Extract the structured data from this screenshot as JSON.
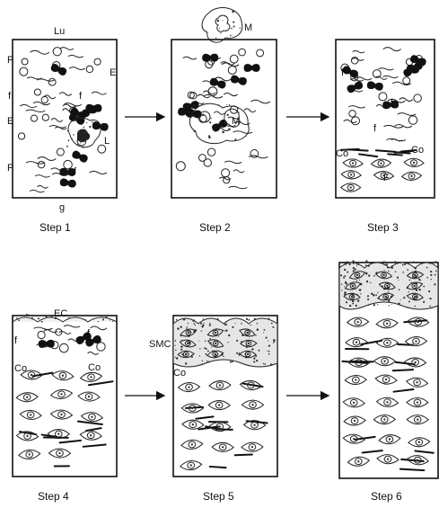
{
  "steps": [
    "Step 1",
    "Step 2",
    "Step 3",
    "Step 4",
    "Step 5",
    "Step 6"
  ],
  "labels": {
    "lu": "Lu",
    "p": "P",
    "e": "E",
    "f": "f",
    "l": "L",
    "g": "g",
    "m": "M",
    "co": "Co",
    "fibro": "F",
    "ec": "EC",
    "smc": "SMC"
  }
}
